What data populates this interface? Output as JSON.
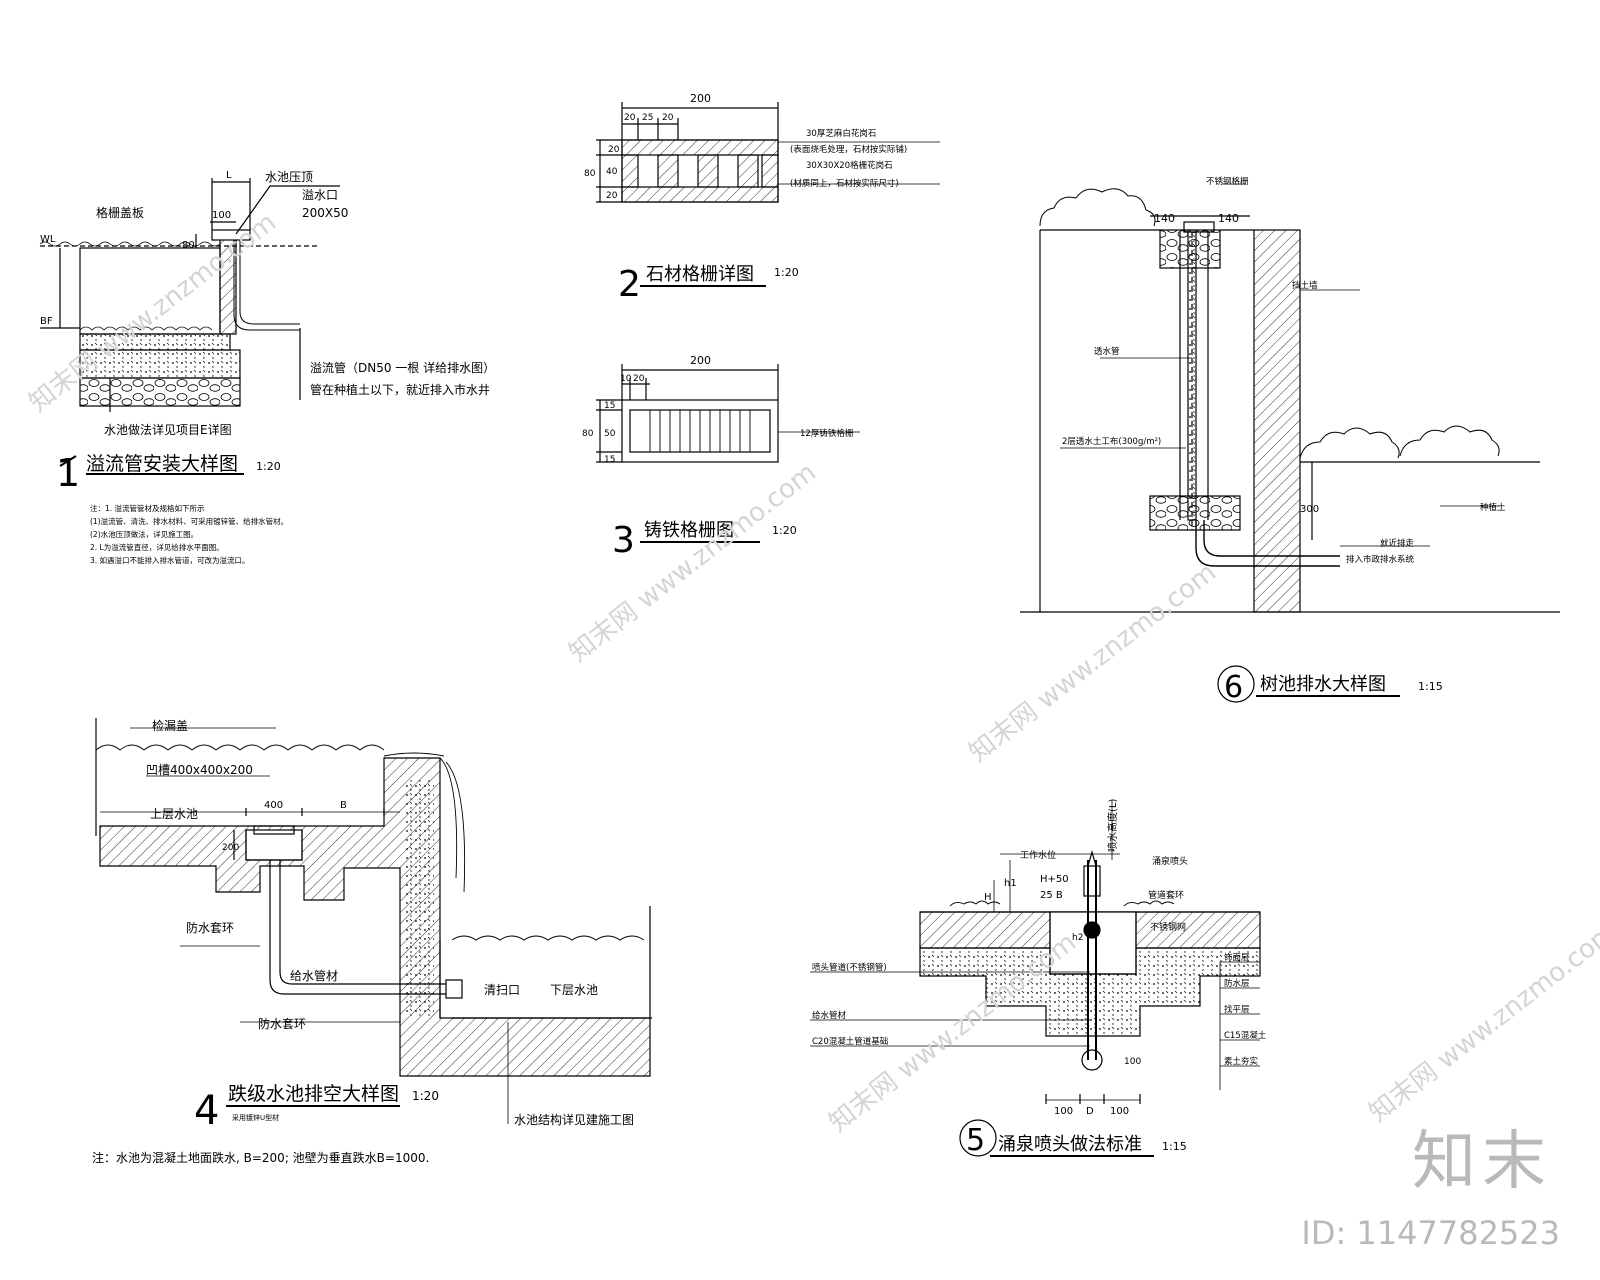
{
  "watermark": {
    "site": "www.znzmo.com",
    "name": "知末网"
  },
  "brand": {
    "logo": "知末",
    "id": "ID: 1147782523"
  },
  "detail1": {
    "title": "溢流管安装大样图",
    "num": "1",
    "scale": "1:20",
    "lbl_top": "水池压顶",
    "lbl_outlet": "溢水口",
    "lbl_outlet_size": "200X50",
    "lbl_cover": "格栅盖板",
    "lbl_wl": "WL",
    "lbl_bf": "BF",
    "dim_l": "L",
    "dim_100": "100",
    "dim_80": "80",
    "lbl_pipe": "溢流管（DN50  一根  详给排水图）",
    "lbl_pipe2": "管在种植土以下，就近排入市水井",
    "lbl_method": "水池做法详见项目E详图",
    "notes": [
      "注：1. 溢流管管材及规格如下所示",
      "(1)溢流管、清洗、排水材料、可采用镀锌管、给排水管材。",
      "(2)水池压顶做法，详见施工图。",
      "2. L为溢流管直径，详见给排水平面图。",
      "3. 如遇溢口不能排入排水管道，可改为溢流口。"
    ]
  },
  "detail2": {
    "title": "石材格栅详图",
    "num": "2",
    "scale": "1:20",
    "dims_top": [
      "200",
      "20",
      "25",
      "20"
    ],
    "dims_side": [
      "20",
      "80",
      "40",
      "20"
    ],
    "labels": [
      "30厚芝麻白花岗石",
      "(表面烧毛处理，石材按实际铺)",
      "30X30X20格栅花岗石",
      "(材质同上，石材按实际尺寸)"
    ]
  },
  "detail3": {
    "title": "铸铁格栅图",
    "num": "3",
    "scale": "1:20",
    "dims_top": [
      "200",
      "10",
      "20"
    ],
    "dims_side": [
      "15",
      "80",
      "50",
      "15"
    ],
    "label": "12厚铸铁格栅"
  },
  "detail4": {
    "title": "跌级水池排空大样图",
    "num": "4",
    "scale": "1:20",
    "sub": "采用镀锌U型材",
    "lbl_cover": "检漏盖",
    "lbl_trench": "凹槽400x400x200",
    "lbl_upper": "上层水池",
    "lbl_ring1": "防水套环",
    "lbl_pipe": "给水管材",
    "lbl_ring2": "防水套环",
    "lbl_clean": "清扫口",
    "lbl_lower": "下层水池",
    "lbl_struct": "水池结构详见建施工图",
    "dim_400": "400",
    "dim_b": "B",
    "dim_200": "200",
    "note": "注：水池为混凝土地面跌水, B=200; 池壁为垂直跌水B=1000."
  },
  "detail5": {
    "title": "涌泉喷头做法标准",
    "num": "5",
    "scale": "1:15",
    "lbl_height": "喷水高度(L)",
    "lbl_wl": "工作水位",
    "lbl_nozzle": "涌泉喷头",
    "lbl_ring": "管道套环",
    "lbl_mesh": "不锈钢网",
    "lbl_h50": "H+50",
    "lbl_25b": "25 B",
    "lbl_h1": "h1",
    "lbl_h2": "h2",
    "lbl_h": "H",
    "lbl_left1": "喷头管道(不锈钢管)",
    "lbl_left2": "给水管材",
    "lbl_left3": "C20混凝土管道基础",
    "layers": [
      "饰面层",
      "防水层",
      "找平层",
      "C15混凝土",
      "素土夯实"
    ],
    "dims_bottom": [
      "100",
      "D",
      "100"
    ],
    "dim_100": "100"
  },
  "detail6": {
    "title": "树池排水大样图",
    "num": "6",
    "scale": "1:15",
    "dim1": "140",
    "dim2": "140",
    "dim_300": "300",
    "lbl_top": "不锈钢格栅",
    "lbl_wall": "挡土墙",
    "lbl_pipe": "透水管",
    "lbl_geo": "2层透水土工布(300g/m²)",
    "lbl_soil": "种植土",
    "lbl_drain1": "就近排走",
    "lbl_drain2": "排入市政排水系统"
  }
}
